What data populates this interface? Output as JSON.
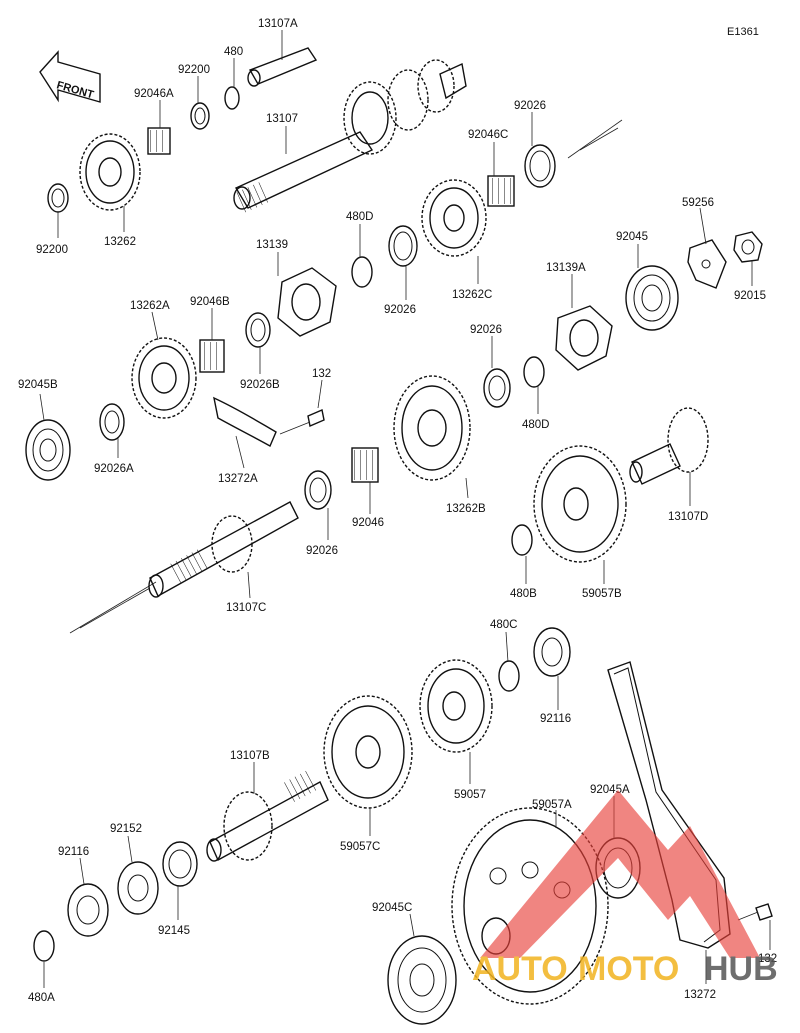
{
  "diagram": {
    "code": "E1361",
    "front_label": "FRONT",
    "watermark": {
      "brand_a": "AUTO",
      "brand_b": "MOTO",
      "brand_c": "HUB",
      "color_red": "#e8403a",
      "color_yellow": "#f2b31f",
      "color_grey": "#555555"
    },
    "callouts": [
      "13107A",
      "480",
      "92200",
      "92046A",
      "13107",
      "92200",
      "13262",
      "92026",
      "92046C",
      "480D",
      "13139",
      "13262A",
      "92046B",
      "92026",
      "13262C",
      "92045",
      "59256",
      "13139A",
      "92015",
      "92026B",
      "92045B",
      "132",
      "92026",
      "480D",
      "92026A",
      "13272A",
      "13262B",
      "13107D",
      "92046",
      "92026",
      "13107C",
      "480B",
      "59057B",
      "480C",
      "92116",
      "13107B",
      "59057",
      "59057C",
      "92152",
      "59057A",
      "92045A",
      "92116",
      "92145",
      "92045C",
      "132",
      "480A",
      "13272"
    ]
  }
}
